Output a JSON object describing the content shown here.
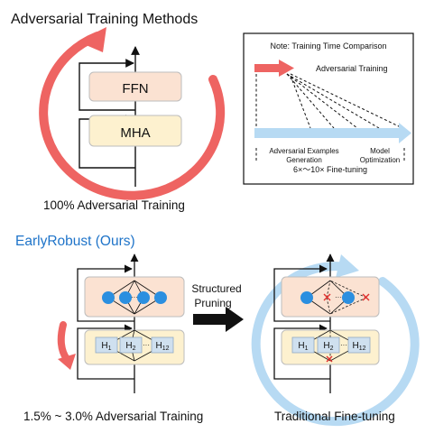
{
  "top": {
    "title": "Adversarial Training Methods",
    "ffn_label": "FFN",
    "mha_label": "MHA",
    "caption": "100% Adversarial Training"
  },
  "note": {
    "title": "Note: Training Time Comparison",
    "adv_label": "Adversarial Training",
    "gen_label_1": "Adversarial Examples",
    "gen_label_2": "Generation",
    "opt_label_1": "Model",
    "opt_label_2": "Optimization",
    "ratio_label": "6×～10× Fine-tuning"
  },
  "bottom": {
    "title": "EarlyRobust (Ours)",
    "arrow_label_1": "Structured",
    "arrow_label_2": "Pruning",
    "ellipsis": "···",
    "heads": [
      "H",
      "H",
      "H"
    ],
    "head_subs": [
      "1",
      "2",
      "12"
    ],
    "caption_left": "1.5% ~ 3.0% Adversarial Training",
    "caption_right": "Traditional Fine-tuning"
  },
  "colors": {
    "red_arrow": "#ee6462",
    "blue_arrow": "#b7daf3",
    "ffn_fill": "#fbe2d2",
    "mha_fill": "#fdf1cf",
    "node_blue": "#2b8fe0",
    "head_fill": "#cfe0ef",
    "brand_blue": "#1f74c9"
  }
}
